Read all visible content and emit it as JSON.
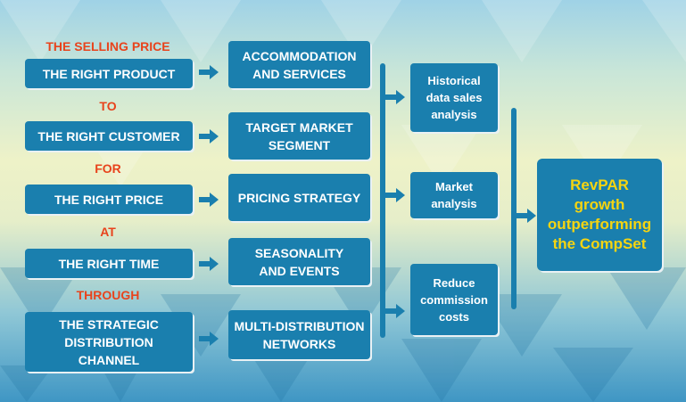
{
  "connectors": [
    "THE SELLING PRICE",
    "TO",
    "FOR",
    "AT",
    "THROUGH"
  ],
  "rights": [
    "THE RIGHT PRODUCT",
    "THE RIGHT CUSTOMER",
    "THE RIGHT PRICE",
    "THE RIGHT TIME",
    "THE STRATEGIC\nDISTRIBUTION\nCHANNEL"
  ],
  "actions": [
    "ACCOMMODATION\nAND SERVICES",
    "TARGET MARKET\nSEGMENT",
    "PRICING STRATEGY",
    "SEASONALITY\nAND EVENTS",
    "MULTI-DISTRIBUTION\nNETWORKS"
  ],
  "analyses": [
    "Historical\ndata sales\nanalysis",
    "Market\nanalysis",
    "Reduce\ncommission\ncosts"
  ],
  "result": "RevPAR\ngrowth\noutperforming\nthe CompSet",
  "colors": {
    "box": "#1a7fae",
    "connector_text": "#e8431c",
    "result_text": "#f5d411"
  }
}
